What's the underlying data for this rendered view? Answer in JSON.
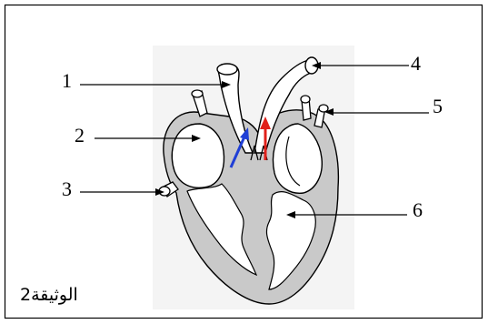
{
  "labels": [
    "1",
    "2",
    "3",
    "4",
    "5",
    "6"
  ],
  "caption": "الوثيقة2",
  "colors": {
    "myocardium": "#c9c9c9",
    "cavity": "#ffffff",
    "outline": "#000000",
    "blood_deoxygenated_arrow": "#1f3fd6",
    "blood_oxygenated_arrow": "#e0201a"
  }
}
